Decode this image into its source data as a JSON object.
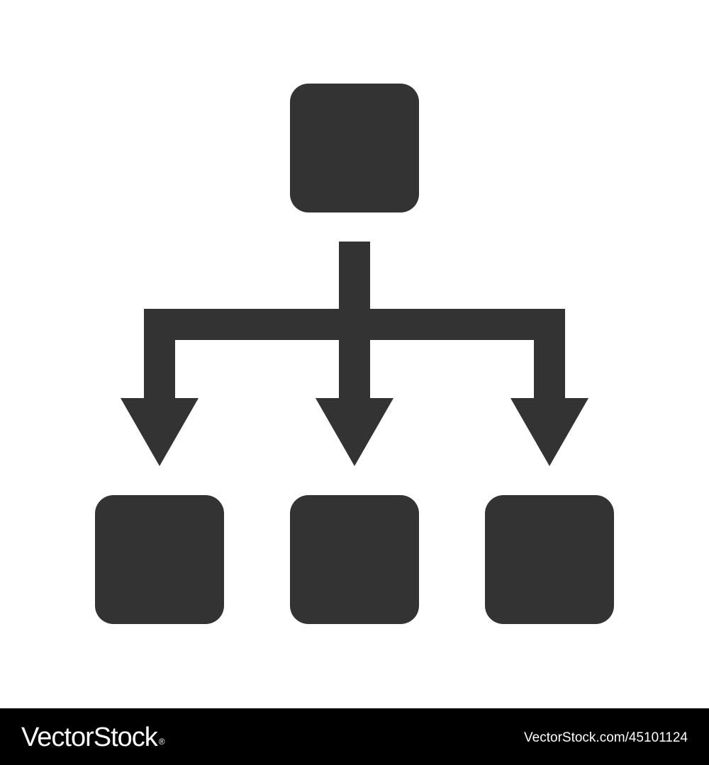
{
  "diagram": {
    "icon_color": "#333333",
    "background_color": "#ffffff",
    "nodes": [
      {
        "id": "root",
        "role": "parent"
      },
      {
        "id": "child-left",
        "role": "child"
      },
      {
        "id": "child-center",
        "role": "child"
      },
      {
        "id": "child-right",
        "role": "child"
      }
    ],
    "edges": [
      {
        "from": "root",
        "to": "child-left"
      },
      {
        "from": "root",
        "to": "child-center"
      },
      {
        "from": "root",
        "to": "child-right"
      }
    ]
  },
  "watermark": {
    "brand": "VectorStock",
    "registered_mark": "®",
    "image_id": "VectorStock.com/45101124",
    "bar_color": "#000000",
    "text_color": "#ffffff"
  }
}
